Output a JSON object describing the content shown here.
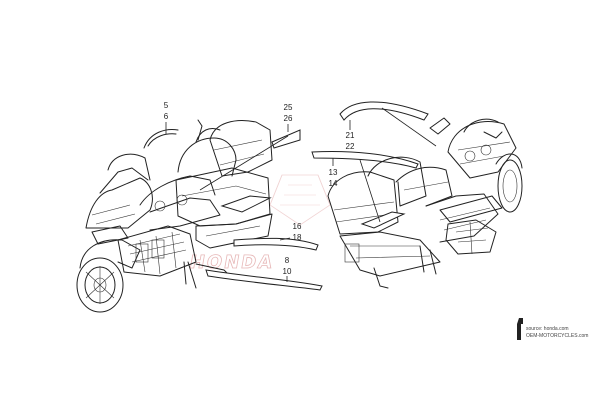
{
  "diagram": {
    "callouts": [
      {
        "id": "c1",
        "upper": "5",
        "lower": "6"
      },
      {
        "id": "c2",
        "upper": "25",
        "lower": "26"
      },
      {
        "id": "c3",
        "upper": "21",
        "lower": "22"
      },
      {
        "id": "c4",
        "upper": "13",
        "lower": "14"
      },
      {
        "id": "c5",
        "upper": "16",
        "lower": "18"
      },
      {
        "id": "c6",
        "upper": "8",
        "lower": "10"
      }
    ],
    "watermark": "HONDA",
    "source_line_1": "source: honda.com",
    "source_line_2": "OEM-MOTORCYCLES.com"
  }
}
